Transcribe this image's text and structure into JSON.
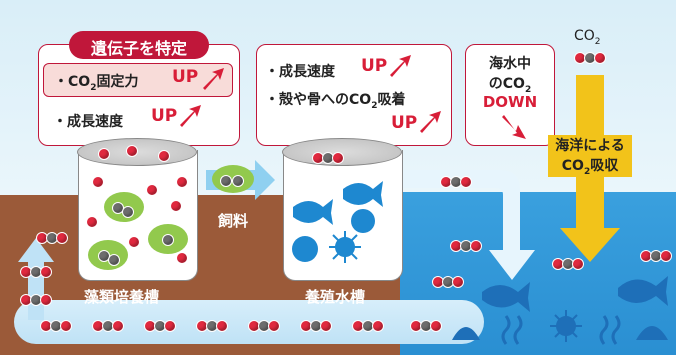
{
  "gene_box": {
    "title": "遺伝子を特定",
    "item1_prefix": "・CO",
    "item1_sub": "2",
    "item1_suffix": "固定力",
    "item1_up": "UP",
    "item2": "・成長速度",
    "item2_up": "UP"
  },
  "growth_box": {
    "item1": "・成長速度",
    "item1_up": "UP",
    "item2_prefix": "・殻や骨へのCO",
    "item2_sub": "2",
    "item2_suffix": "吸着",
    "item2_up": "UP"
  },
  "sea_box": {
    "line1": "海水中",
    "line2_prefix": "のCO",
    "line2_sub": "2",
    "down": "DOWN"
  },
  "co2_top": {
    "prefix": "CO",
    "sub": "2"
  },
  "absorb_box": {
    "line1": "海洋による",
    "line2_prefix": "CO",
    "line2_sub": "2",
    "line2_suffix": "吸収"
  },
  "feed_label": "飼料",
  "tank_left_label": "藻類培養槽",
  "tank_right_label": "養殖水槽",
  "colors": {
    "accent_red": "#d81e38",
    "sea_blue": "#2a8fd2",
    "soil_brown": "#9b5a39",
    "absorb_yellow": "#f2c31a",
    "algae_green": "#92c94d"
  },
  "icons": [
    "co2-molecule-icon",
    "fish-icon",
    "scallop-icon",
    "sea-urchin-icon",
    "seaweed-icon",
    "up-arrow-icon",
    "down-arrow-icon"
  ]
}
